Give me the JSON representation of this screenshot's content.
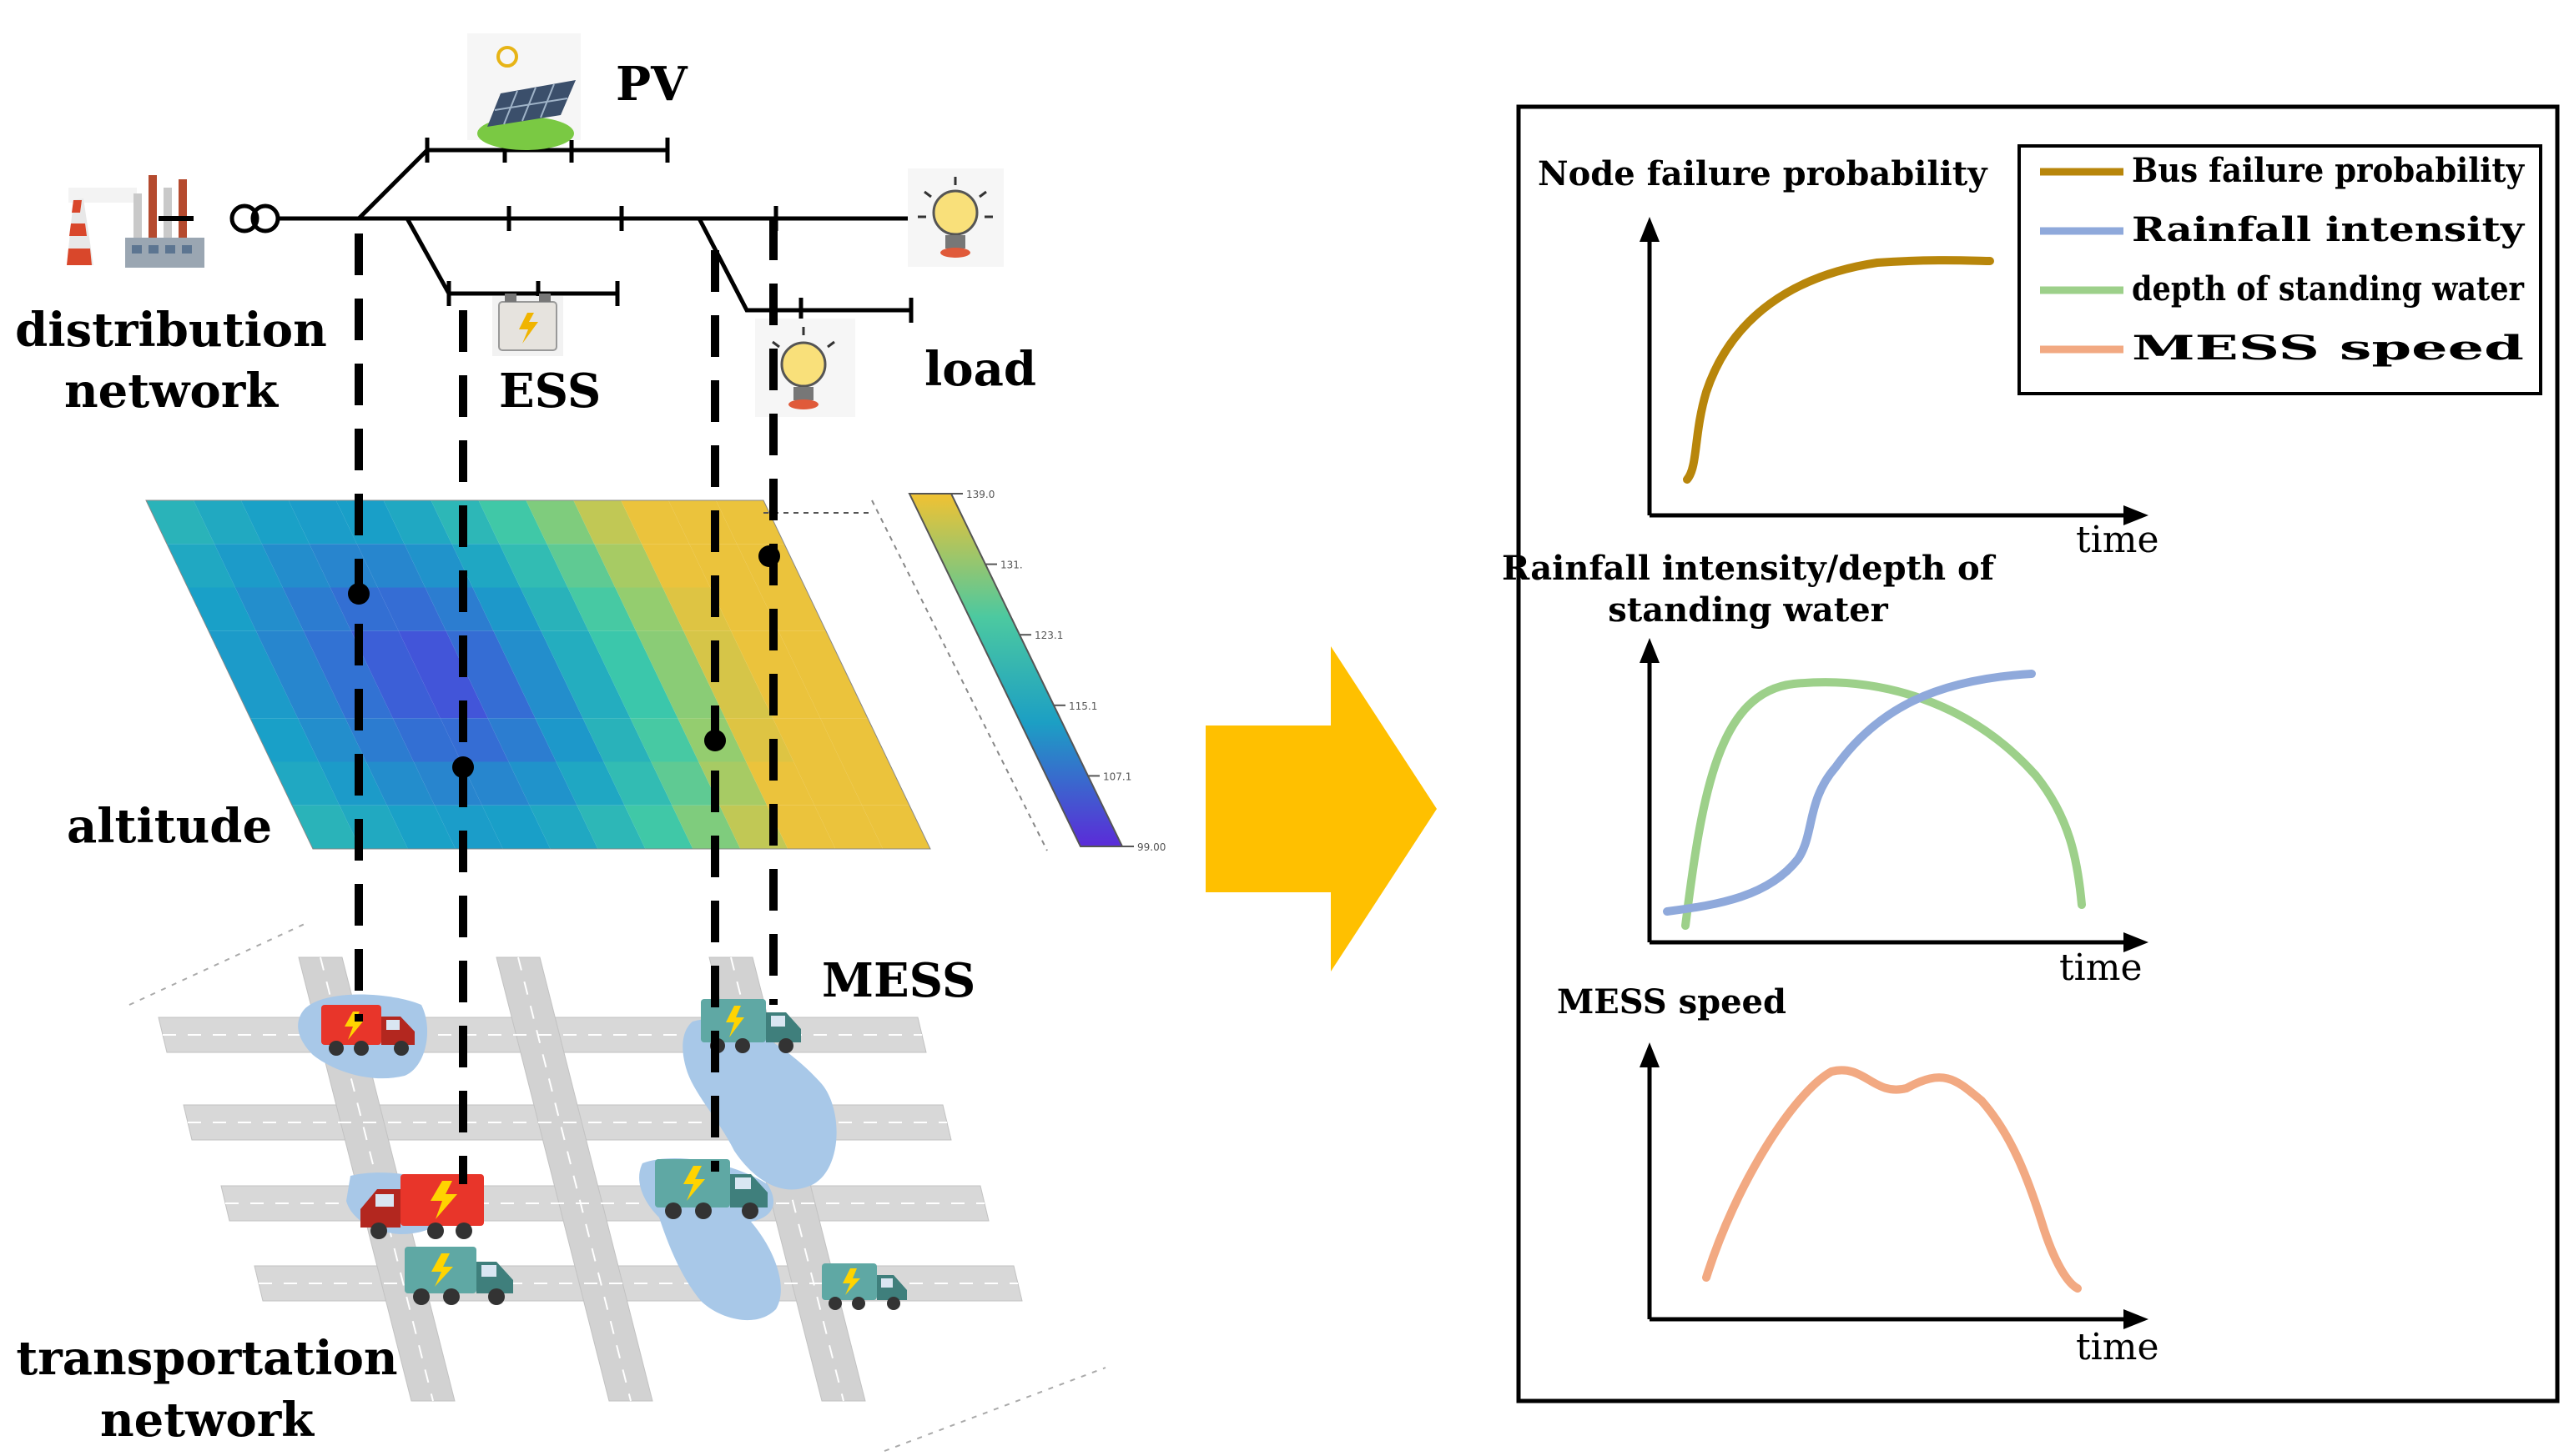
{
  "left_panel": {
    "labels": {
      "pv": "PV",
      "distribution": [
        "distribution",
        "network"
      ],
      "ess": "ESS",
      "load": "load",
      "altitude": "altitude",
      "mess": "MESS",
      "transportation": [
        "transportation",
        "network"
      ]
    },
    "colorbar_ticks": [
      "139.0",
      "131.",
      "123.1",
      "115.1",
      "107.1",
      "99.00"
    ]
  },
  "right_panel": {
    "legend": {
      "items": [
        {
          "label": "Bus failure probability",
          "color": "#B8860B"
        },
        {
          "label": "Rainfall intensity",
          "color": "#8FA9DB"
        },
        {
          "label": "depth of standing water",
          "color": "#9DD08A"
        },
        {
          "label": "MESS speed",
          "color": "#F2A982"
        }
      ]
    },
    "charts": [
      {
        "title": [
          "Node failure probability"
        ],
        "xlabel": "time"
      },
      {
        "title": [
          "Rainfall intensity/depth of",
          "standing water"
        ],
        "xlabel": "time"
      },
      {
        "title": [
          "MESS speed"
        ],
        "xlabel": "time"
      }
    ]
  },
  "colors": {
    "arrow": "#FFC000",
    "water": "#A8C8E8",
    "truck_red": "#E8352A",
    "truck_teal": "#5FA8A4",
    "road": "#D8D8D8"
  }
}
